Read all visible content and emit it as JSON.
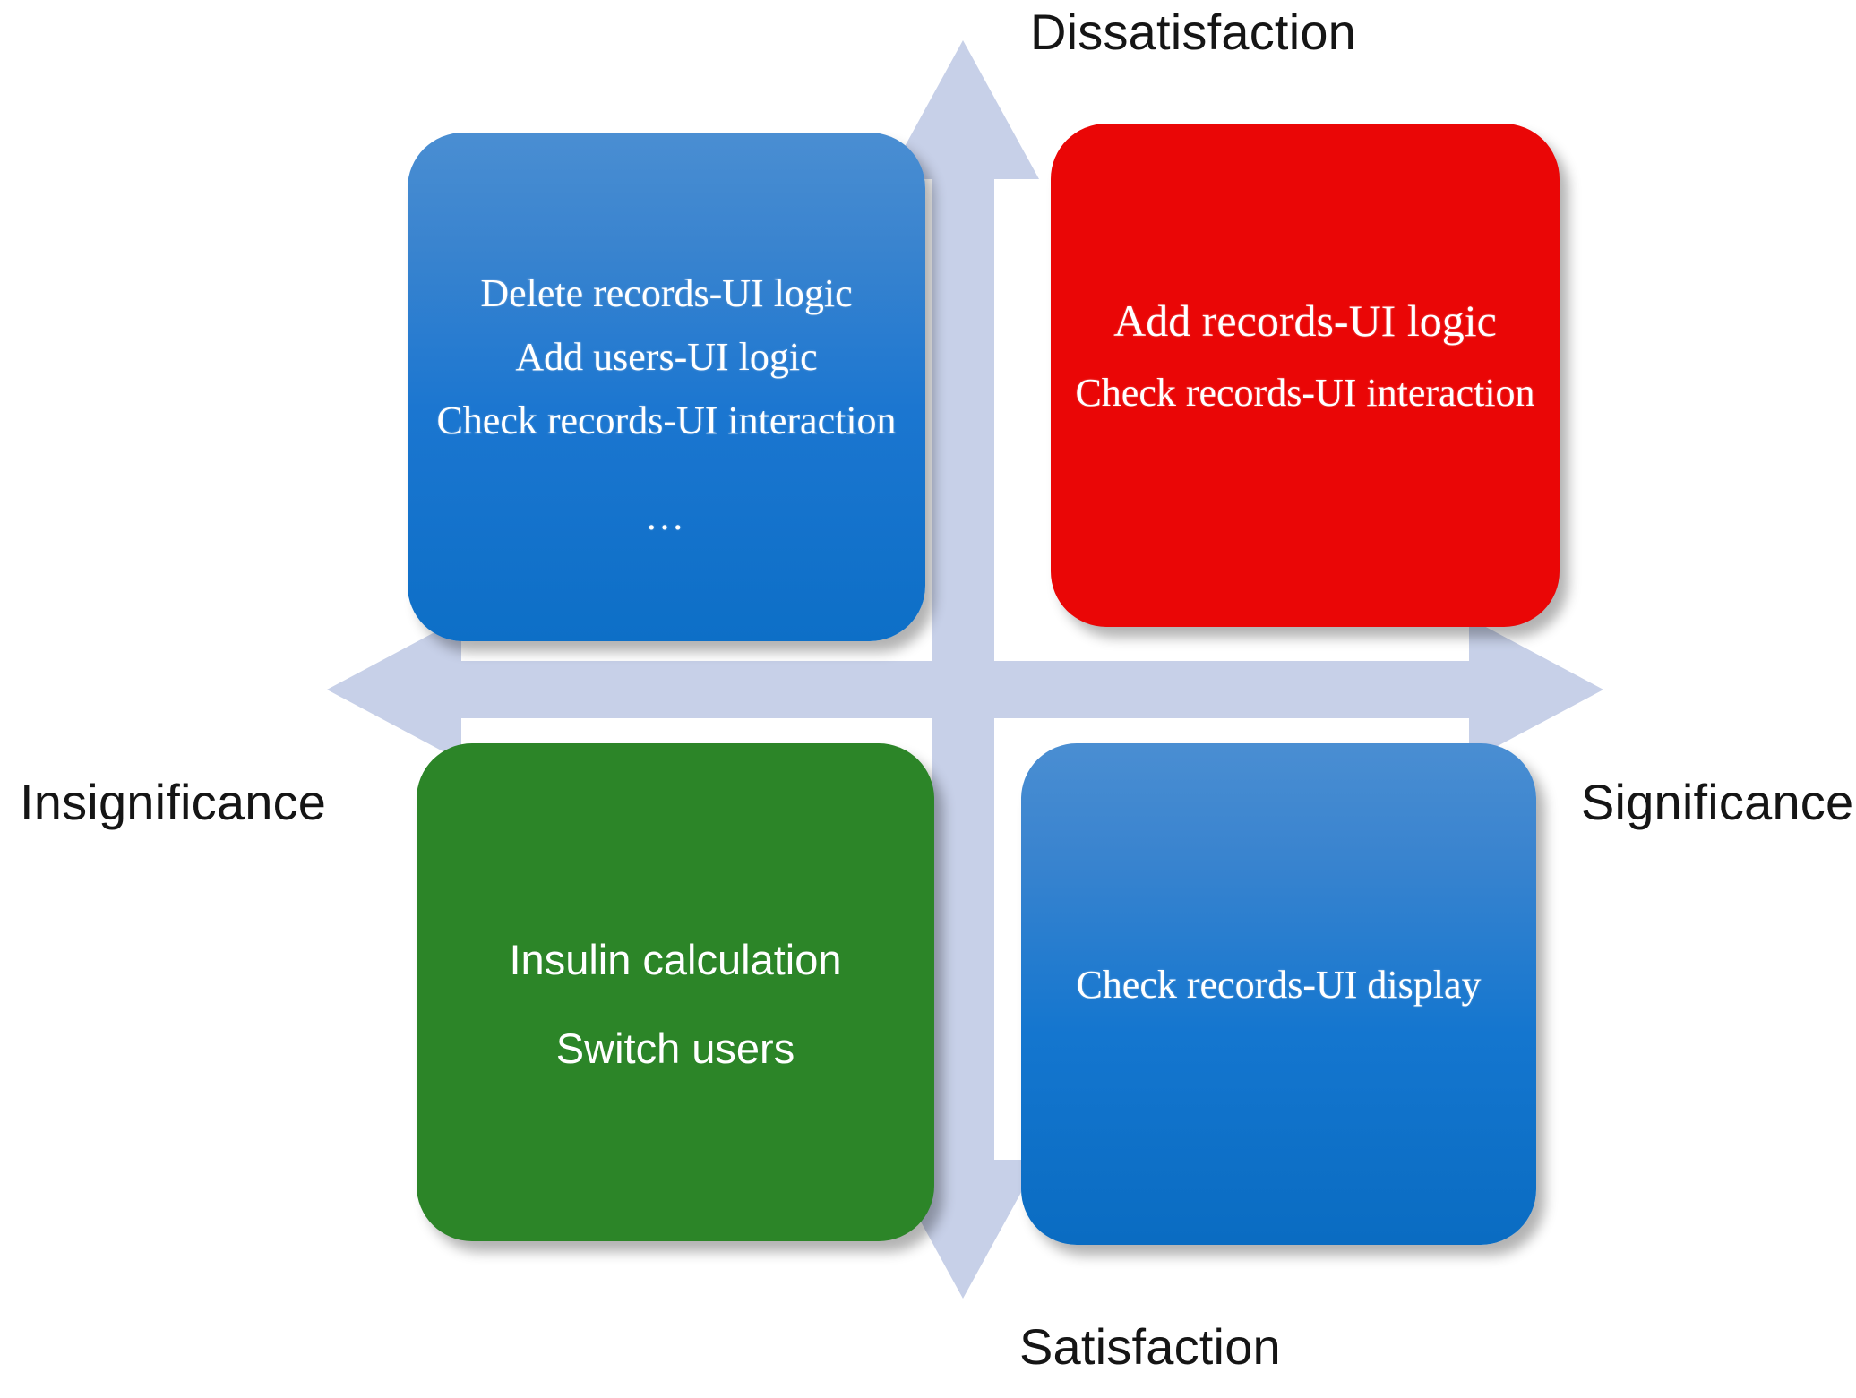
{
  "diagram": {
    "type": "2x2-quadrant-matrix",
    "arrow_color": "#c7d0e8",
    "axes": {
      "vertical_top_label": "Dissatisfaction",
      "vertical_bottom_label": "Satisfaction",
      "horizontal_left_label": "Insignificance",
      "horizontal_right_label": "Significance"
    },
    "quadrants": [
      {
        "id": "top-left",
        "position": "upper-left",
        "meaning": "Dissatisfaction / Insignificance",
        "color": "#1b76d0",
        "color_name": "blue-gradient",
        "lines": [
          "Delete records-UI logic",
          "Add users-UI logic",
          "Check records-UI interaction",
          "…"
        ]
      },
      {
        "id": "top-right",
        "position": "upper-right",
        "meaning": "Dissatisfaction / Significance",
        "color": "#ea0606",
        "color_name": "red",
        "lines": [
          "Add records-UI logic",
          "Check records-UI interaction"
        ]
      },
      {
        "id": "bottom-left",
        "position": "lower-left",
        "meaning": "Satisfaction / Insignificance",
        "color": "#2c8528",
        "color_name": "green",
        "lines": [
          "Insulin calculation",
          "Switch users"
        ]
      },
      {
        "id": "bottom-right",
        "position": "lower-right",
        "meaning": "Satisfaction / Significance",
        "color": "#1476cf",
        "color_name": "blue-gradient",
        "lines": [
          "Check records-UI display"
        ]
      }
    ]
  }
}
